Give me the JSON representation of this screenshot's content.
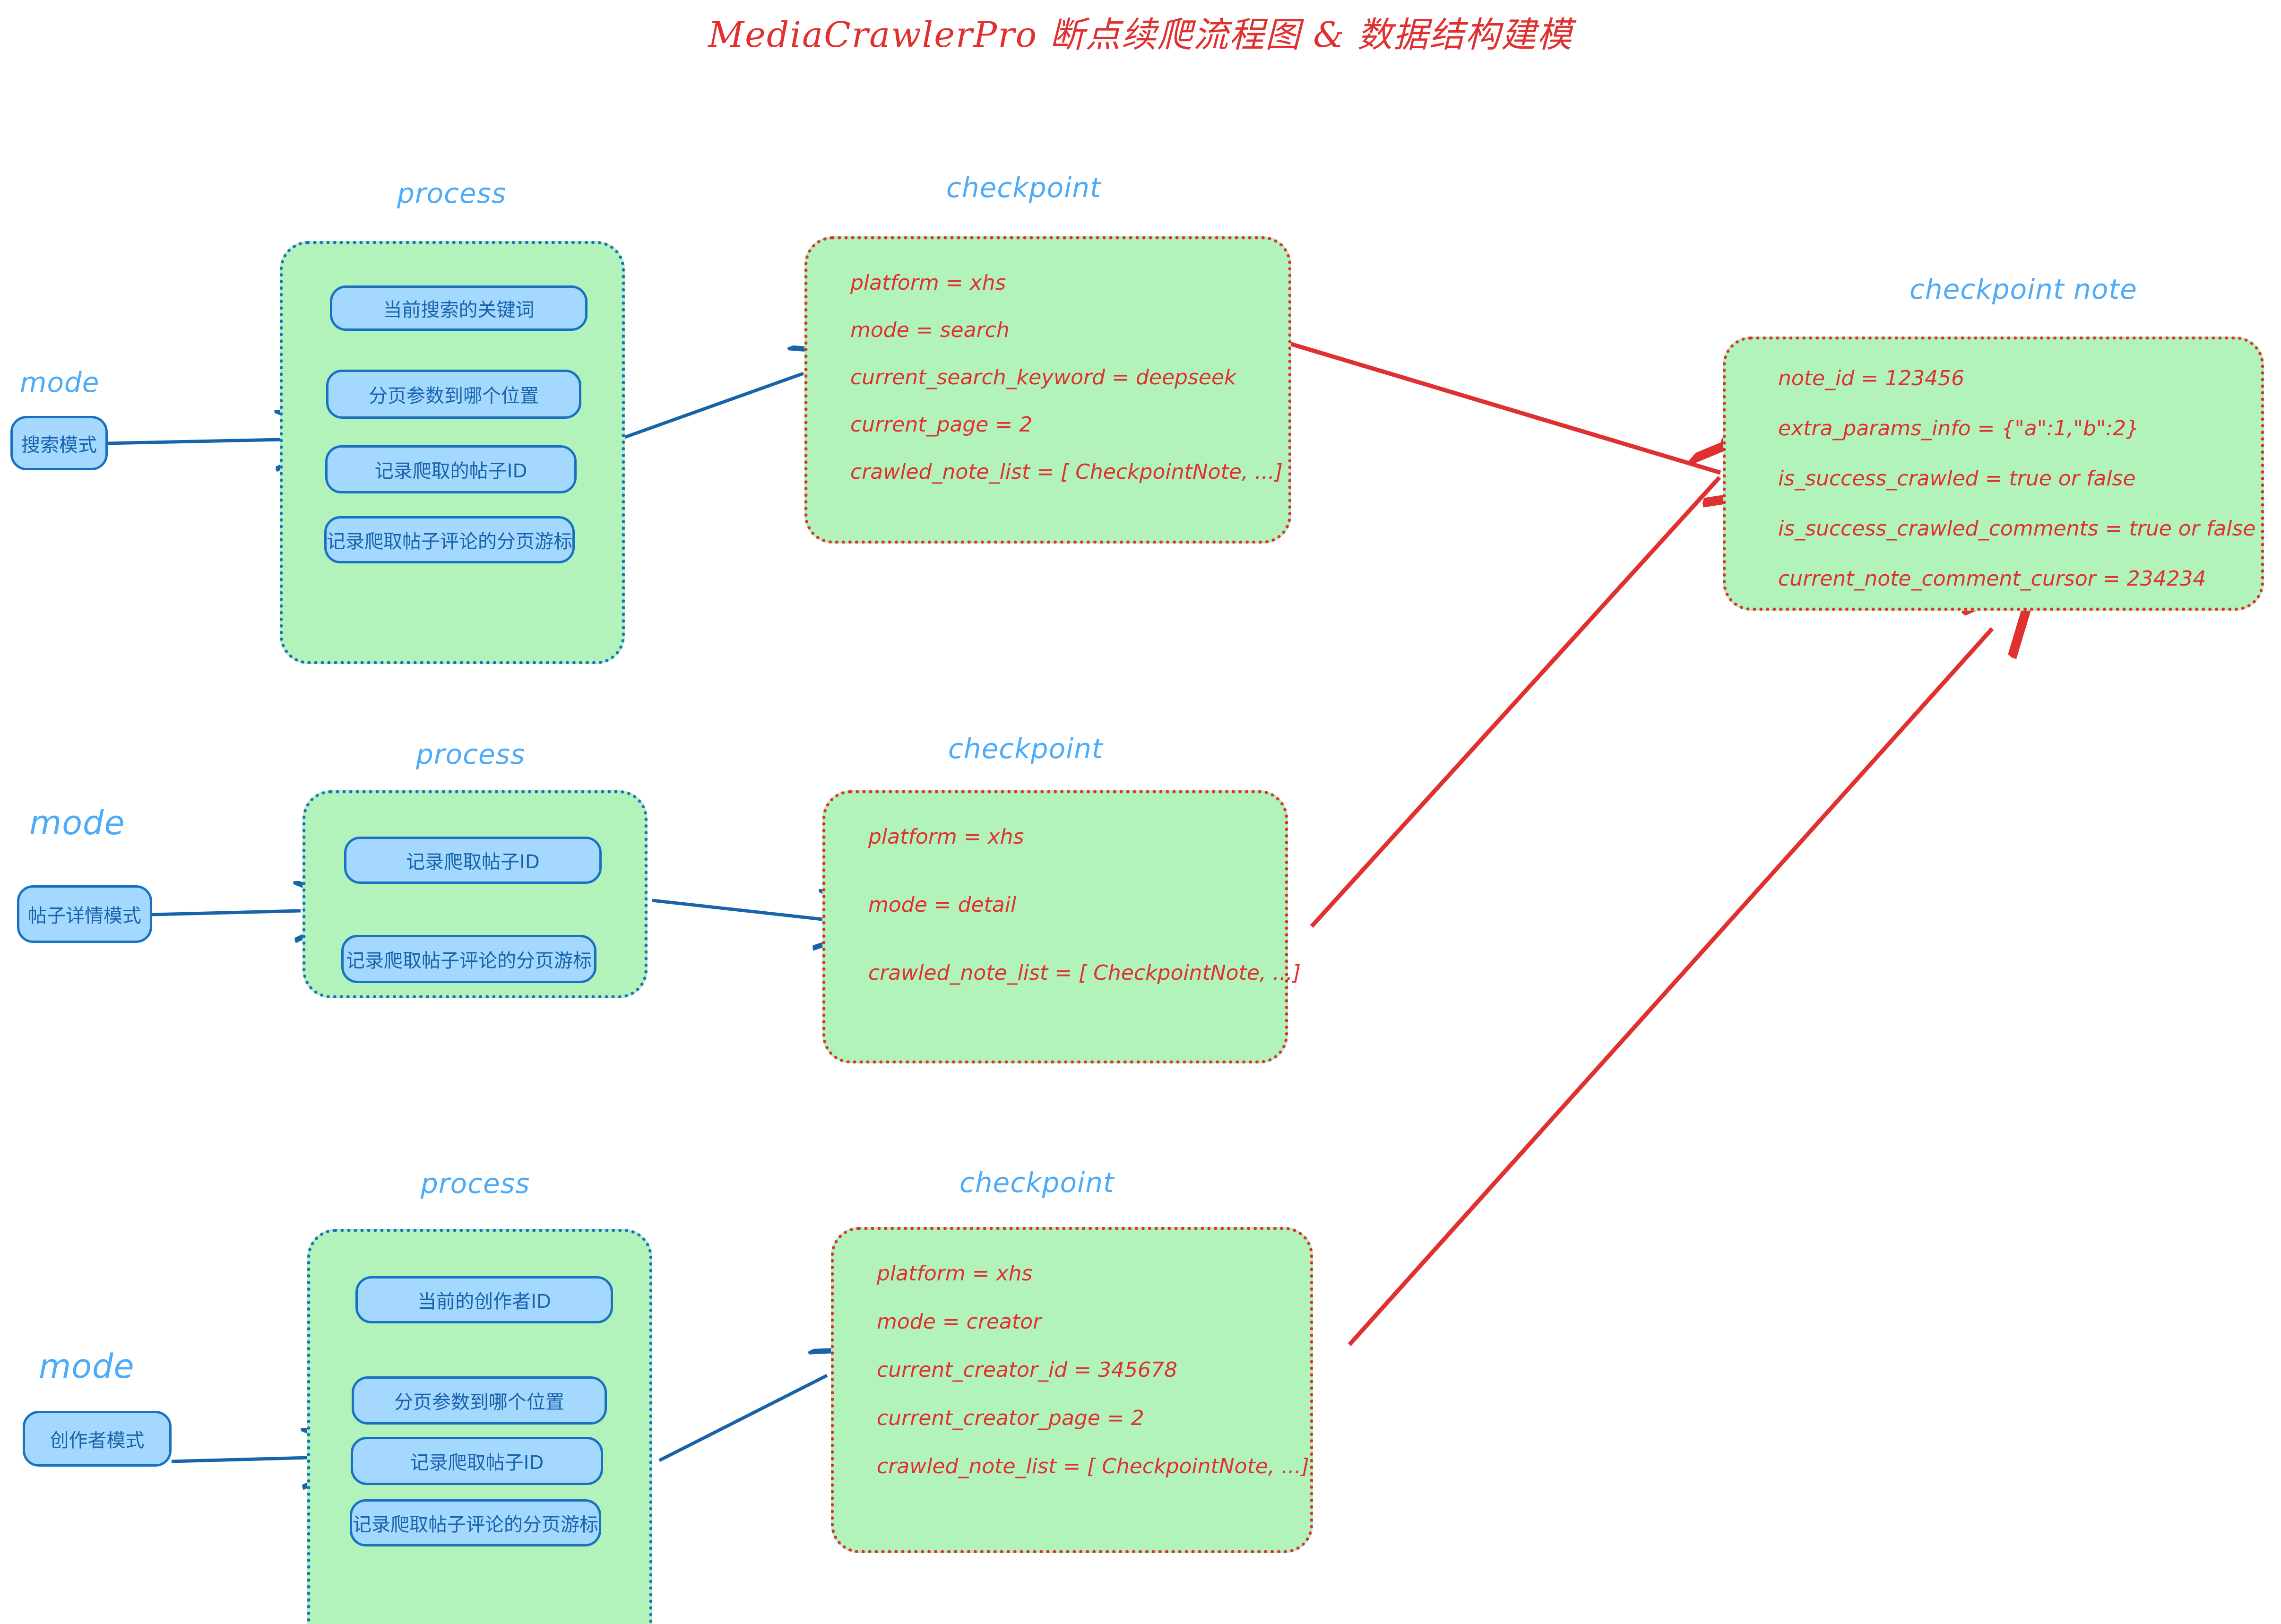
{
  "title": "MediaCrawlerPro 断点续爬流程图 & 数据结构建模",
  "captions": {
    "mode": "mode",
    "process": "process",
    "checkpoint": "checkpoint",
    "checkpoint_note": "checkpoint note"
  },
  "colors": {
    "title_red": "#e03131",
    "caption_blue": "#4dabf7",
    "group_fill_green": "#b2f2bb",
    "step_fill_blue": "#a5d8ff",
    "step_border_blue": "#1971c2",
    "checkpoint_border_red": "#e03131",
    "arrow_blue": "#1864ab",
    "arrow_red": "#e03131"
  },
  "rows": [
    {
      "mode_label": "搜索模式",
      "process_steps": [
        "当前搜索的关键词",
        "分页参数到哪个位置",
        "记录爬取的帖子ID",
        "记录爬取帖子评论的分页游标"
      ],
      "checkpoint_lines": [
        "platform = xhs",
        "mode = search",
        "current_search_keyword = deepseek",
        "current_page = 2",
        "crawled_note_list = [ CheckpointNote, ...]"
      ]
    },
    {
      "mode_label": "帖子详情模式",
      "process_steps": [
        "记录爬取帖子ID",
        "记录爬取帖子评论的分页游标"
      ],
      "checkpoint_lines": [
        "platform = xhs",
        "mode = detail",
        "crawled_note_list = [ CheckpointNote, ...]"
      ]
    },
    {
      "mode_label": "创作者模式",
      "process_steps": [
        "当前的创作者ID",
        "分页参数到哪个位置",
        "记录爬取帖子ID",
        "记录爬取帖子评论的分页游标"
      ],
      "checkpoint_lines": [
        "platform = xhs",
        "mode = creator",
        "current_creator_id = 345678",
        "current_creator_page = 2",
        "crawled_note_list = [ CheckpointNote, ...]"
      ]
    }
  ],
  "checkpoint_note": {
    "lines": [
      "note_id = 123456",
      "extra_params_info = {\"a\":1,\"b\":2}",
      "is_success_crawled = true or false",
      "is_success_crawled_comments = true or false",
      "current_note_comment_cursor = 234234"
    ]
  }
}
